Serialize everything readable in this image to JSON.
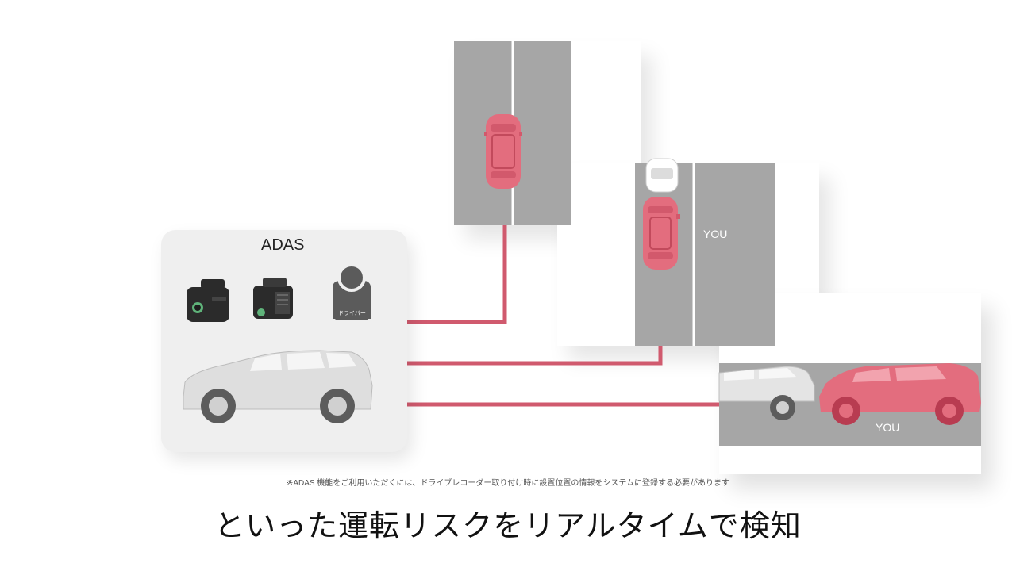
{
  "adas": {
    "title": "ADAS",
    "driver_label": "ドライバー"
  },
  "labels": {
    "you_mid": "YOU",
    "you_side": "YOU"
  },
  "note": "※ADAS 機能をご利用いただくには、ドライブレコーダー取り付け時に設置位置の情報をシステムに登録する必要があります",
  "subtitle": "といった運転リスクをリアルタイムで検知",
  "colors": {
    "accent": "#d05a6e",
    "road": "#a6a6a6",
    "card_bg": "#efefef"
  }
}
